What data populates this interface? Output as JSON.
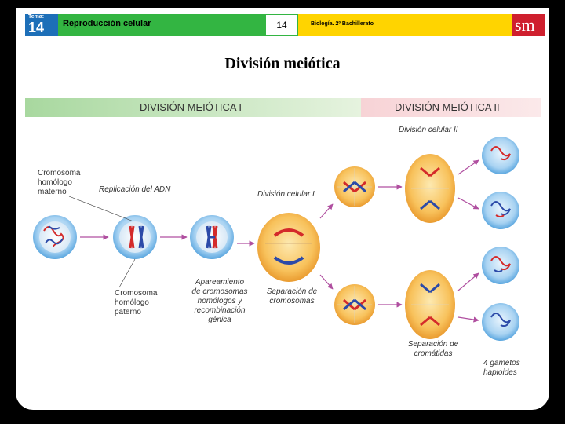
{
  "header": {
    "tema_label": "Tema:",
    "tema_number": "14",
    "unit_title": "Reproducción celular",
    "page_number": "14",
    "subject": "Biología. 2º Bachillerato",
    "publisher_logo": "sm"
  },
  "title": "División meiótica",
  "phases": {
    "meiosis_one": "DIVISIÓN MEIÓTICA I",
    "meiosis_two": "DIVISIÓN MEIÓTICA II"
  },
  "labels": {
    "maternal": [
      "Cromosoma",
      "homólogo",
      "materno"
    ],
    "replication": "Replicación del ADN",
    "paternal": [
      "Cromosoma",
      "homólogo",
      "paterno"
    ],
    "pairing": [
      "Apareamiento",
      "de cromosomas",
      "homólogos y",
      "recombinación",
      "génica"
    ],
    "cell_division_1": "División celular I",
    "chromosome_separation": [
      "Separación de",
      "cromosomas"
    ],
    "cell_division_2": "División celular II",
    "chromatid_separation": [
      "Separación de",
      "cromátidas"
    ],
    "gametes": [
      "4 gametos",
      "haploides"
    ]
  },
  "colors": {
    "tema_blue": "#1d6fb8",
    "unit_green": "#33b542",
    "subject_yellow": "#ffd400",
    "logo_red": "#cf1f2e",
    "maternal_red": "#d42a2a",
    "paternal_blue": "#2c4aa8",
    "cell_orange": "#f2a33a",
    "gamete_blue": "#6fb2e6"
  }
}
